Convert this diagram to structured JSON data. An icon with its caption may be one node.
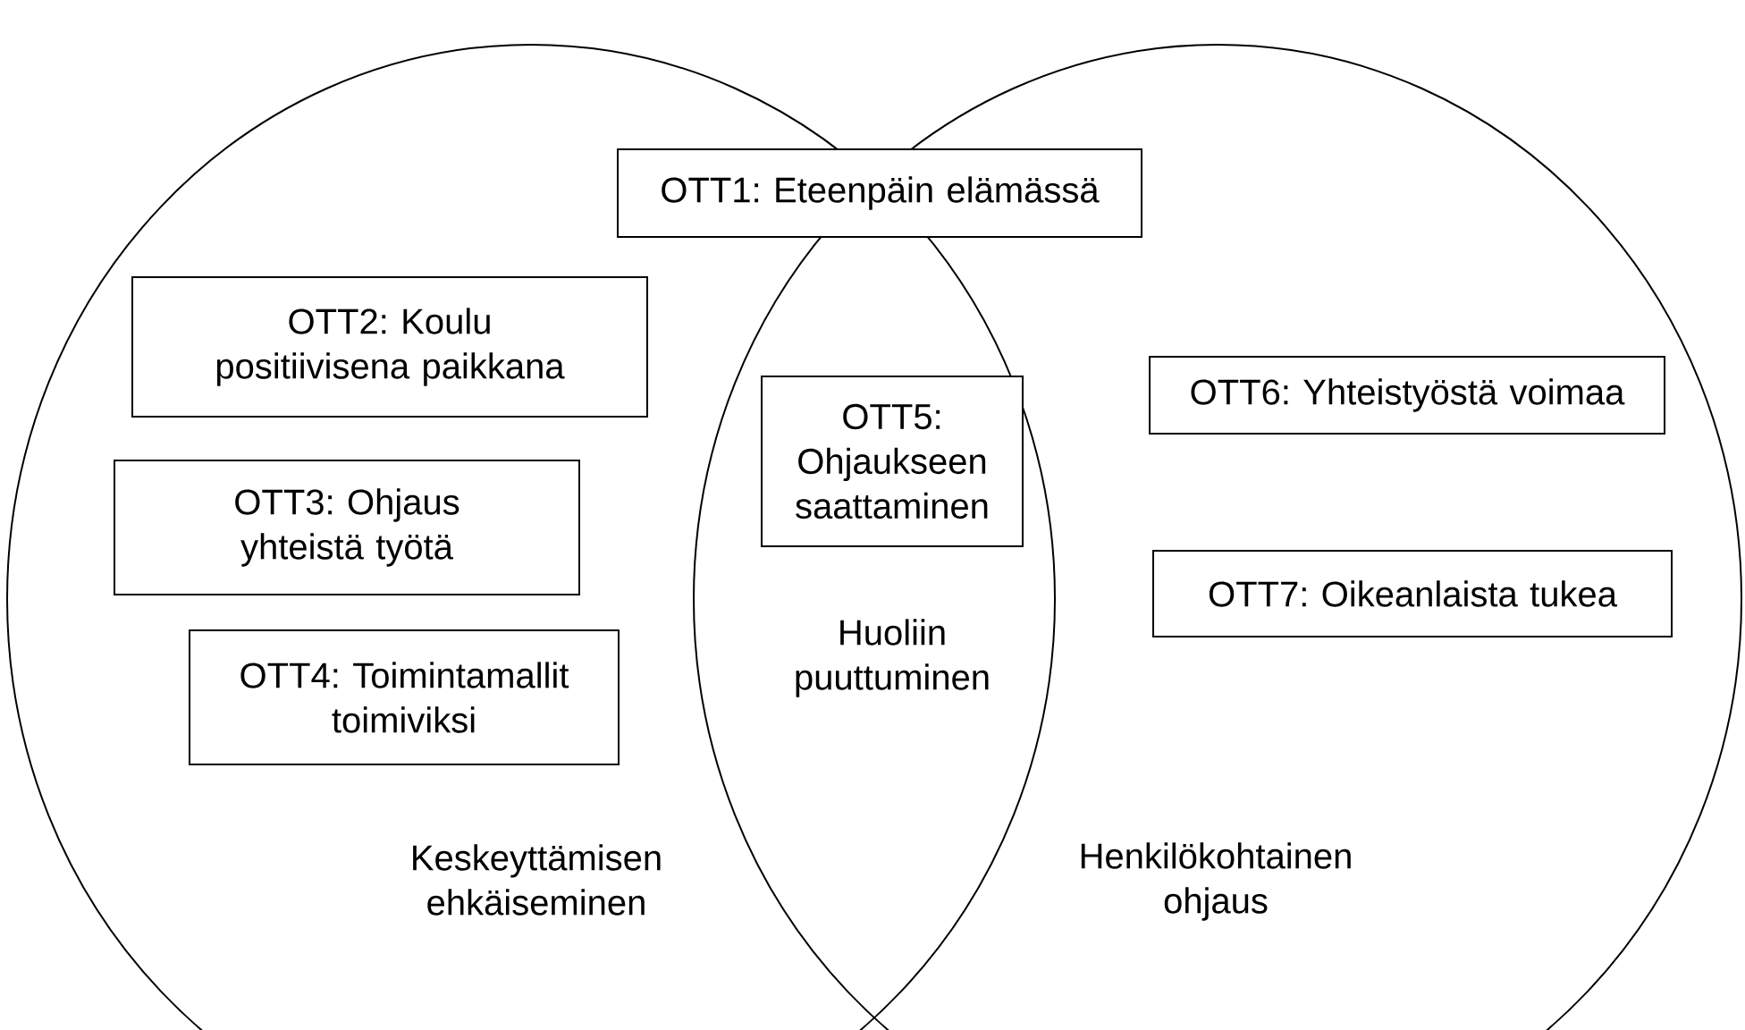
{
  "diagram": {
    "nodes": [
      {
        "text": [
          "Keskeyttämisen ehkäiseminen"
        ]
      },
      {
        "text": [
          "Henkilökohtainen ohjaus"
        ]
      },
      {
        "text": [
          "OTT1: Eteenpäin elämässä"
        ]
      },
      {
        "text": [
          "OTT2: Koulu positiivisena paikkana"
        ],
        "in": 0
      },
      {
        "text": [
          "OTT3: Ohjaus yhteistä työtä"
        ],
        "in": 0
      },
      {
        "text": [
          "OTT4: Toimintamallit toimiviksi"
        ],
        "in": 0
      },
      {
        "text": [
          "OTT5: Ohjaukseen saattaminen"
        ]
      },
      {
        "text": [
          "OTT6: Yhteistyöstä voimaa"
        ],
        "in": 1
      },
      {
        "text": [
          "OTT7: Oikeanlaista tukea"
        ],
        "in": 1
      }
    ],
    "labels": [
      "Huoliin puuttuminen"
    ]
  }
}
